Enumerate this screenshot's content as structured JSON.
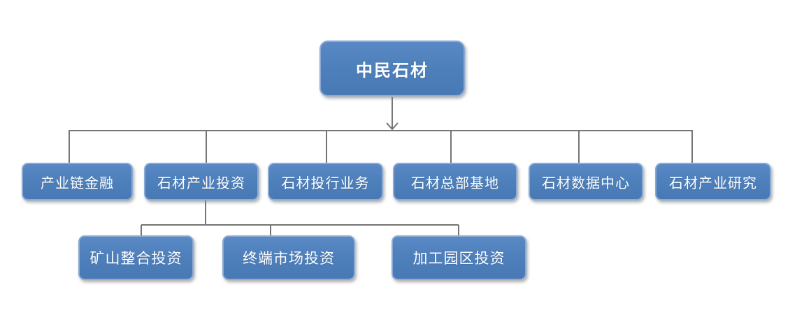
{
  "diagram": {
    "type": "org-chart",
    "root": {
      "label": "中民石材"
    },
    "level2": [
      {
        "label": "产业链金融"
      },
      {
        "label": "石材产业投资"
      },
      {
        "label": "石材投行业务"
      },
      {
        "label": "石材总部基地"
      },
      {
        "label": "石材数据中心"
      },
      {
        "label": "石材产业研究"
      }
    ],
    "level3": [
      {
        "label": "矿山整合投资"
      },
      {
        "label": "终端市场投资"
      },
      {
        "label": "加工园区投资"
      }
    ],
    "level3_parent_label": "石材产业投资"
  },
  "colors": {
    "node_fill": "#4E81BD",
    "node_fill_highlight": "#5A89C5",
    "node_border": "#8BAAD4",
    "node_text": "#FFFFFF",
    "connector": "#757575",
    "background": "#FFFFFF"
  }
}
